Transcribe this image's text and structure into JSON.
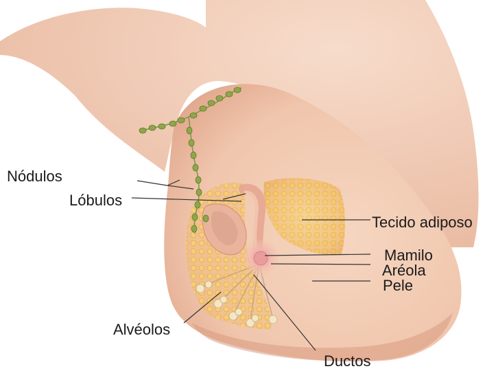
{
  "labels": {
    "nodulos": "Nódulos",
    "lobulos": "Lóbulos",
    "tecido_adiposo": "Tecido adiposo",
    "mamilo": "Mamilo",
    "areola": "Aréola",
    "pele": "Pele",
    "alveolos": "Alvéolos",
    "ductos": "Ductos"
  },
  "colors": {
    "skin": "#f2cdb6",
    "skin_shadow": "#e3ae94",
    "fat": "#f5c56a",
    "gland": "#e8b69a",
    "lymph_node": "#8fa64a",
    "pointer_line": "#333333"
  }
}
